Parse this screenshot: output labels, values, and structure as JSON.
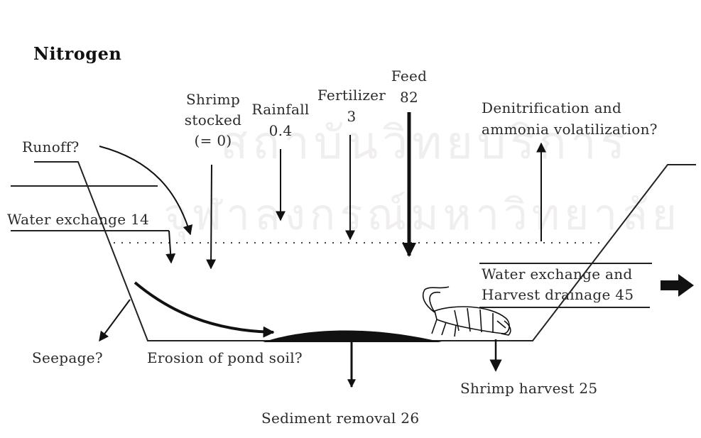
{
  "title": "Nitrogen",
  "watermark": {
    "line1": "สถาบันวิทยบริการ",
    "line2": "จุฬาลงกรณ์มหาวิทยาลัย"
  },
  "inputs": {
    "runoff": "Runoff?",
    "water_exchange_in": "Water exchange 14",
    "shrimp_stocked_l1": "Shrimp",
    "shrimp_stocked_l2": "stocked",
    "shrimp_stocked_l3": "(= 0)",
    "rainfall_label": "Rainfall",
    "rainfall_value": "0.4",
    "fertilizer_label": "Fertilizer",
    "fertilizer_value": "3",
    "feed_label": "Feed",
    "feed_value": "82"
  },
  "outputs": {
    "denitrification_l1": "Denitrification and",
    "denitrification_l2": "ammonia volatilization?",
    "water_exchange_out_l1": "Water exchange and",
    "water_exchange_out_l2": "Harvest drainage 45",
    "seepage": "Seepage?",
    "erosion": "Erosion of pond soil?",
    "shrimp_harvest": "Shrimp harvest 25",
    "sediment_removal": "Sediment removal 26"
  }
}
